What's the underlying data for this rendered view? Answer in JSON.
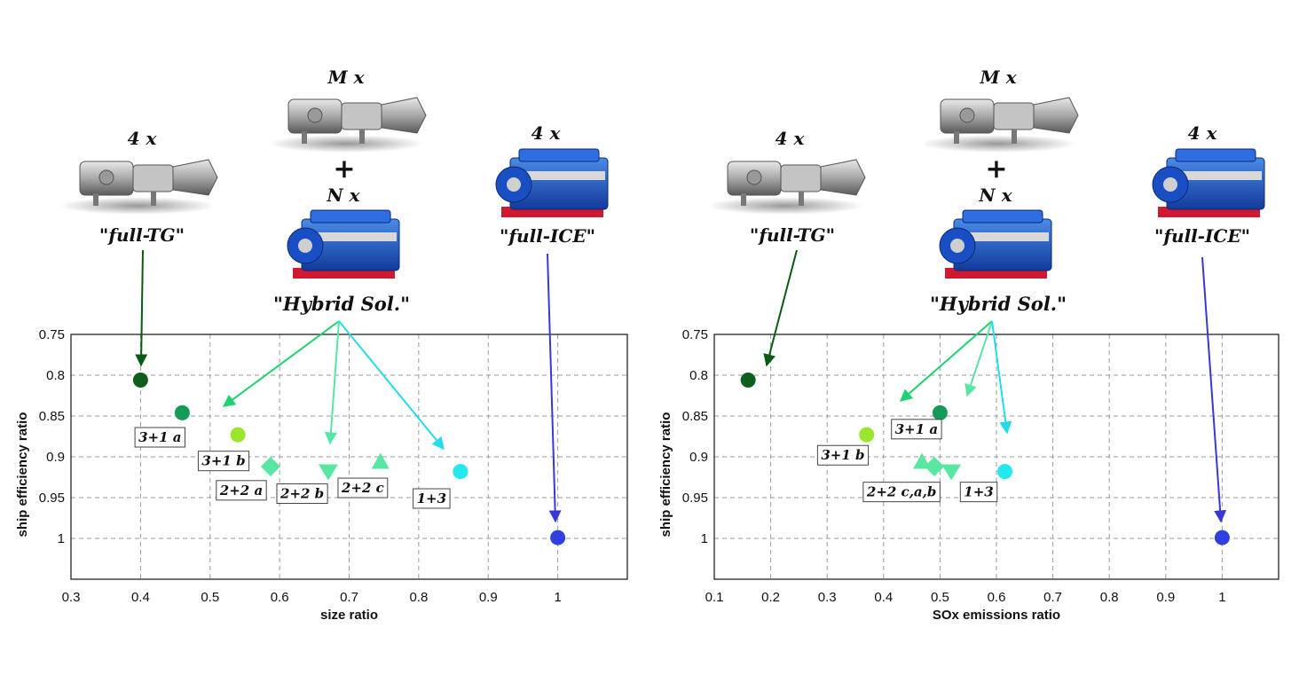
{
  "engines": {
    "tg_mult": "4 x",
    "full_tg": "\"full-TG\"",
    "m_mult": "M x",
    "plus": "+",
    "n_mult": "N x",
    "hybrid": "\"Hybrid Sol.\"",
    "ice_mult": "4 x",
    "full_ice": "\"full-ICE\""
  },
  "colors": {
    "tg_arrow": "#0a5a12",
    "ice_arrow": "#3838d8",
    "full_tg": "#0d5e1f",
    "3+1 a": "#169a55",
    "3+1 b": "#9ae52e",
    "2+2": "#58e6a0",
    "1+3": "#25e8ee",
    "full_ice": "#3040e0"
  },
  "chart_data": [
    {
      "type": "scatter",
      "xlabel": "size ratio",
      "ylabel": "ship efficiency ratio",
      "xlim": [
        0.3,
        1.1
      ],
      "ylim": [
        0.75,
        1.05
      ],
      "y_inverted": true,
      "grid": true,
      "x_ticks": [
        "0.3",
        "0.4",
        "0.5",
        "0.6",
        "0.7",
        "0.8",
        "0.9",
        "1"
      ],
      "y_ticks": [
        "0.75",
        "0.8",
        "0.85",
        "0.9",
        "0.95",
        "1"
      ],
      "points": [
        {
          "x": 0.4,
          "y": 0.806,
          "marker": "circle",
          "color": "#0d5e1f"
        },
        {
          "x": 0.46,
          "y": 0.846,
          "marker": "circle",
          "color": "#169a55"
        },
        {
          "x": 0.54,
          "y": 0.873,
          "marker": "circle",
          "color": "#9ae52e"
        },
        {
          "x": 0.587,
          "y": 0.912,
          "marker": "diamond",
          "color": "#58e6a0"
        },
        {
          "x": 0.67,
          "y": 0.918,
          "marker": "triangle-down",
          "color": "#58e6a0"
        },
        {
          "x": 0.745,
          "y": 0.906,
          "marker": "triangle-up",
          "color": "#58e6a0"
        },
        {
          "x": 0.86,
          "y": 0.918,
          "marker": "circle",
          "color": "#25e8ee"
        },
        {
          "x": 1.0,
          "y": 0.999,
          "marker": "circle",
          "color": "#3040e0"
        }
      ],
      "labels": [
        {
          "text": "3+1 a",
          "x": 0.392,
          "y": 0.875
        },
        {
          "text": "3+1 b",
          "x": 0.483,
          "y": 0.904
        },
        {
          "text": "2+2 a",
          "x": 0.509,
          "y": 0.94
        },
        {
          "text": "2+2 b",
          "x": 0.596,
          "y": 0.944
        },
        {
          "text": "2+2 c",
          "x": 0.684,
          "y": 0.937
        },
        {
          "text": "1+3",
          "x": 0.792,
          "y": 0.95
        }
      ]
    },
    {
      "type": "scatter",
      "xlabel": "SOx emissions ratio",
      "ylabel": "ship efficiency ratio",
      "xlim": [
        0.1,
        1.1
      ],
      "ylim": [
        0.75,
        1.05
      ],
      "y_inverted": true,
      "grid": true,
      "x_ticks": [
        "0.1",
        "0.2",
        "0.3",
        "0.4",
        "0.5",
        "0.6",
        "0.7",
        "0.8",
        "0.9",
        "1"
      ],
      "y_ticks": [
        "0.75",
        "0.8",
        "0.85",
        "0.9",
        "0.95",
        "1"
      ],
      "points": [
        {
          "x": 0.16,
          "y": 0.806,
          "marker": "circle",
          "color": "#0d5e1f"
        },
        {
          "x": 0.5,
          "y": 0.846,
          "marker": "circle",
          "color": "#169a55"
        },
        {
          "x": 0.37,
          "y": 0.873,
          "marker": "circle",
          "color": "#9ae52e"
        },
        {
          "x": 0.468,
          "y": 0.906,
          "marker": "triangle-up",
          "color": "#58e6a0"
        },
        {
          "x": 0.49,
          "y": 0.912,
          "marker": "diamond",
          "color": "#58e6a0"
        },
        {
          "x": 0.52,
          "y": 0.918,
          "marker": "triangle-down",
          "color": "#58e6a0"
        },
        {
          "x": 0.615,
          "y": 0.918,
          "marker": "circle",
          "color": "#25e8ee"
        },
        {
          "x": 1.0,
          "y": 0.999,
          "marker": "circle",
          "color": "#3040e0"
        }
      ],
      "labels": [
        {
          "text": "3+1 a",
          "x": 0.414,
          "y": 0.865
        },
        {
          "text": "3+1 b",
          "x": 0.283,
          "y": 0.897
        },
        {
          "text": "2+2 c,a,b",
          "x": 0.364,
          "y": 0.942
        },
        {
          "text": "1+3",
          "x": 0.536,
          "y": 0.942
        }
      ]
    }
  ]
}
